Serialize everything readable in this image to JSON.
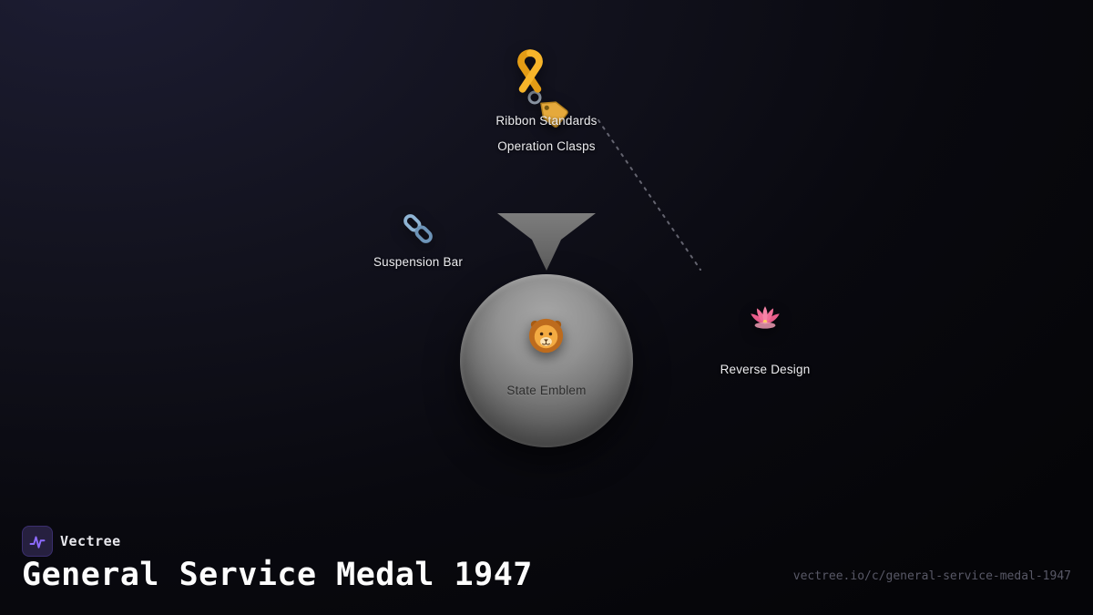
{
  "diagram": {
    "ribbon": {
      "icon": "reminder-ribbon-icon",
      "label_line1": "Ribbon Standards",
      "label_line2": "Operation Clasps"
    },
    "tag": {
      "icon": "label-tag-icon"
    },
    "suspension": {
      "icon": "link-icon",
      "label": "Suspension Bar"
    },
    "emblem": {
      "icon": "lion-face-icon",
      "label": "State Emblem"
    },
    "reverse": {
      "icon": "lotus-icon",
      "label": "Reverse Design"
    }
  },
  "footer": {
    "logo_icon": "vectree-logo-icon",
    "brand": "Vectree",
    "title": "General Service Medal 1947",
    "url": "vectree.io/c/general-service-medal-1947"
  },
  "colors": {
    "background_top": "#1d1d33",
    "background_bottom": "#050508",
    "medal_light": "#a7a7a7",
    "medal_dark": "#4c4c4c",
    "suspension_mount": "#6e6e6e",
    "connector_line": "#73737f",
    "label_text": "#ededf0",
    "emblem_text": "#2d2d2d",
    "accent_purple": "#8d6bff",
    "ribbon_gold": "#f7b52a",
    "link_blue": "#88aecf",
    "lotus_pink": "#f584a7",
    "url_text": "#585866"
  }
}
